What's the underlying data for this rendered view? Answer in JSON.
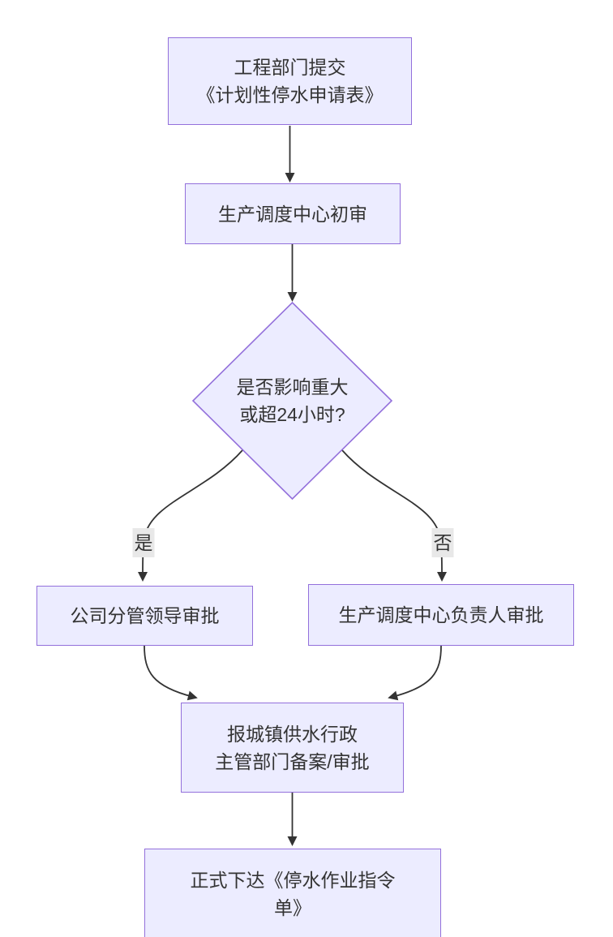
{
  "theme": {
    "background": "#ffffff",
    "node_fill": "#ECECFF",
    "node_border": "#9370DB",
    "edge_color": "#333333",
    "text_color": "#333333",
    "edge_label_bg": "#e8e8e8"
  },
  "flowchart": {
    "type": "flowchart",
    "direction": "top-down",
    "nodes": {
      "submit": {
        "shape": "rect",
        "label": "工程部门提交\n《计划性停水申请表》"
      },
      "review": {
        "shape": "rect",
        "label": "生产调度中心初审"
      },
      "decision": {
        "shape": "diamond",
        "label": "是否影响重大\n或超24小时?"
      },
      "leader": {
        "shape": "rect",
        "label": "公司分管领导审批"
      },
      "manager": {
        "shape": "rect",
        "label": "生产调度中心负责人审批"
      },
      "filing": {
        "shape": "rect",
        "label": "报城镇供水行政\n主管部门备案/审批"
      },
      "order": {
        "shape": "rect",
        "label": "正式下达《停水作业指令\n单》"
      }
    },
    "edges": [
      {
        "from": "submit",
        "to": "review",
        "label": ""
      },
      {
        "from": "review",
        "to": "decision",
        "label": ""
      },
      {
        "from": "decision",
        "to": "leader",
        "label": "是"
      },
      {
        "from": "decision",
        "to": "manager",
        "label": "否"
      },
      {
        "from": "leader",
        "to": "filing",
        "label": ""
      },
      {
        "from": "manager",
        "to": "filing",
        "label": ""
      },
      {
        "from": "filing",
        "to": "order",
        "label": ""
      }
    ]
  }
}
